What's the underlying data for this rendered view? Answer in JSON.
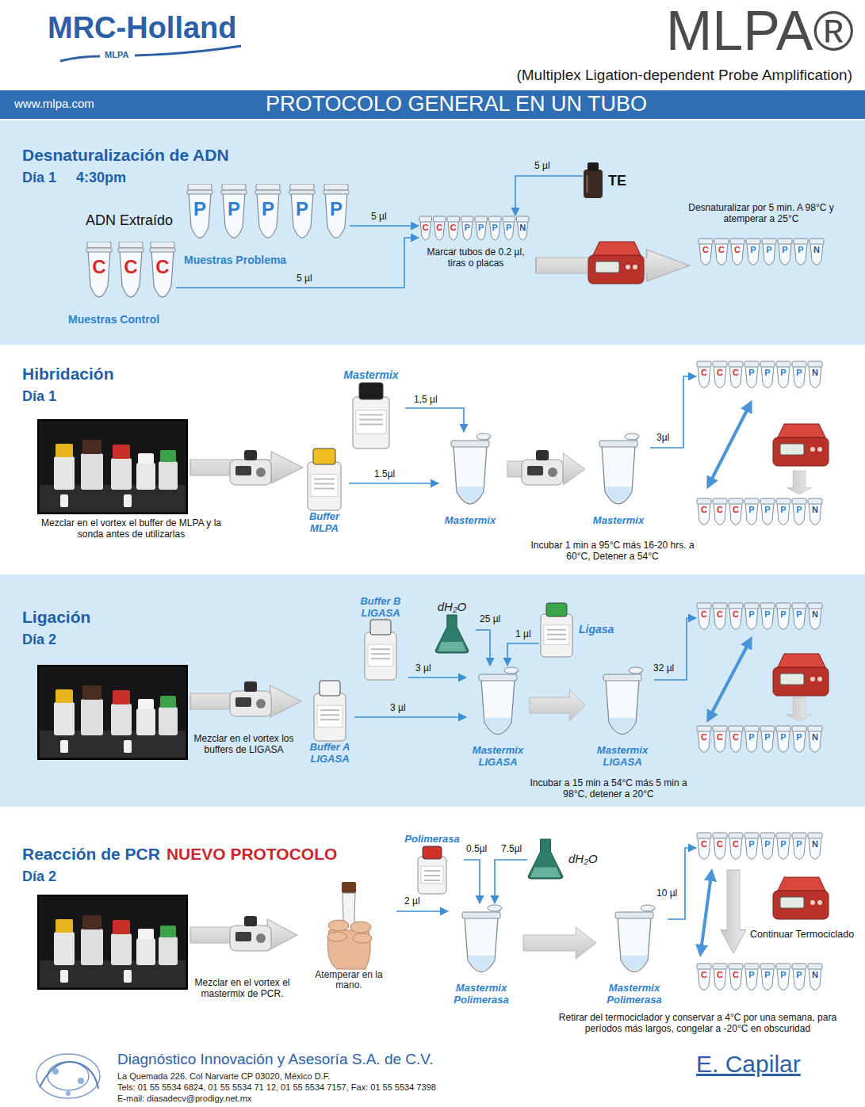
{
  "diagram": {
    "title": "PROTOCOLO GENERAL EN UN TUBO",
    "nodes": [
      {
        "text": [
          "Desnaturalización de ADN",
          "Día 1",
          "4:30pm"
        ]
      },
      {
        "text": [
          "C"
        ],
        "in": 0
      },
      {
        "text": [
          "C"
        ],
        "in": 0
      },
      {
        "text": [
          "C"
        ],
        "in": 0
      },
      {
        "text": [
          "P"
        ],
        "in": 0
      },
      {
        "text": [
          "P"
        ],
        "in": 0
      },
      {
        "text": [
          "P"
        ],
        "in": 0
      },
      {
        "text": [
          "P"
        ],
        "in": 0
      },
      {
        "text": [
          "P"
        ],
        "in": 0
      },
      {
        "text": [
          "C",
          "C",
          "C",
          "P",
          "P",
          "P",
          "P",
          "N"
        ],
        "in": 0
      },
      {
        "text": [
          "TE"
        ],
        "in": 0
      },
      {
        "text": [
          "C",
          "C",
          "C",
          "P",
          "P",
          "P",
          "P",
          "N"
        ],
        "in": 0
      },
      {
        "text": [
          "Mastermix"
        ]
      },
      {
        "text": [
          "Buffer MLPA"
        ]
      },
      {
        "text": [
          "Mastermix"
        ]
      },
      {
        "text": [
          "Mastermix"
        ]
      },
      {
        "text": [
          "C",
          "C",
          "C",
          "P",
          "P",
          "P",
          "P",
          "N"
        ]
      },
      {
        "text": [
          "C",
          "C",
          "C",
          "P",
          "P",
          "P",
          "P",
          "N"
        ]
      },
      {
        "text": [
          "Ligación",
          "Día 2"
        ]
      },
      {
        "text": [
          "Buffer B LIGASA"
        ],
        "in": 18
      },
      {
        "text": [
          "Buffer A LIGASA"
        ],
        "in": 18
      },
      {
        "text": [
          "dH₂O"
        ],
        "in": 18
      },
      {
        "text": [
          "Ligasa"
        ],
        "in": 18
      },
      {
        "text": [
          "Mastermix LIGASA"
        ],
        "in": 18
      },
      {
        "text": [
          "Mastermix LIGASA"
        ],
        "in": 18
      },
      {
        "text": [
          "C",
          "C",
          "C",
          "P",
          "P",
          "P",
          "P",
          "N"
        ],
        "in": 18
      },
      {
        "text": [
          "C",
          "C",
          "C",
          "P",
          "P",
          "P",
          "P",
          "N"
        ],
        "in": 18
      },
      {
        "text": [
          "Atemperar en la mano."
        ]
      },
      {
        "text": [
          "Polimerasa"
        ]
      },
      {
        "text": [
          "dH₂O"
        ]
      },
      {
        "text": [
          "Mastermix Polimerasa"
        ]
      },
      {
        "text": [
          "Mastermix Polimerasa"
        ]
      },
      {
        "text": [
          "C",
          "C",
          "C",
          "P",
          "P",
          "P",
          "P",
          "N"
        ]
      },
      {
        "text": [
          "C",
          "C",
          "C",
          "P",
          "P",
          "P",
          "P",
          "N"
        ]
      }
    ],
    "edges": [
      {
        "from": 3,
        "to": 9,
        "arrow": "to",
        "label": "5 µl"
      },
      {
        "from": 8,
        "to": 9,
        "arrow": "to",
        "label": "5 µl"
      },
      {
        "from": 10,
        "to": 9,
        "arrow": "to",
        "label": "5 µl"
      },
      {
        "from": 12,
        "to": 14,
        "arrow": "to",
        "label": "1,5 µl"
      },
      {
        "from": 13,
        "to": 14,
        "arrow": "to",
        "label": "1.5µl"
      },
      {
        "from": 15,
        "to": 16,
        "arrow": "to",
        "label": "3µl"
      },
      {
        "from": 19,
        "to": 23,
        "arrow": "to",
        "label": "3 µl"
      },
      {
        "from": 20,
        "to": 23,
        "arrow": "to",
        "label": "3 µl"
      },
      {
        "from": 21,
        "to": 23,
        "arrow": "to",
        "label": "25 µl"
      },
      {
        "from": 22,
        "to": 23,
        "arrow": "to",
        "label": "1 µl"
      },
      {
        "from": 24,
        "to": 25,
        "arrow": "to",
        "label": "32 µl"
      },
      {
        "from": 27,
        "to": 30,
        "arrow": "to",
        "label": "2 µl"
      },
      {
        "from": 28,
        "to": 30,
        "arrow": "to",
        "label": "0.5µl"
      },
      {
        "from": 29,
        "to": 30,
        "arrow": "to",
        "label": "7.5µl"
      },
      {
        "from": 31,
        "to": 32,
        "arrow": "to",
        "label": "10 µl"
      }
    ],
    "labels": [
      "MRC-Holland",
      "MLPA",
      "MLPA®",
      "(Multiplex Ligation-dependent Probe Amplification)",
      "www.mlpa.com",
      "ADN Extraído",
      "Muestras Problema",
      "Muestras Control",
      "Marcar tubos de 0.2 µl, tiras o placas",
      "Desnaturalizar por 5 min. A 98°C y atemperar a 25°C",
      "Hibridación",
      "Día 1",
      "Mezclar en el vortex el buffer de MLPA y la sonda antes de utilizarlas",
      "Incubar 1 min a 95°C más 16-20 hrs. a 60°C, Detener a 54°C",
      "Mezclar en el vortex los buffers de LIGASA",
      "Incubar a 15 min a 54°C más 5 min a 98°C, detener a 20°C",
      "Reacción de PCR",
      "NUEVO PROTOCOLO",
      "Día 2",
      "Mezclar en el vortex el mastermix de PCR.",
      "Continuar Termociclado",
      "Retirar del termociclador y conservar a 4°C por una semana, para períodos más largos, congelar a -20°C en obscuridad",
      "Diagnóstico Innovación y Asesoría S.A. de C.V.",
      "La Quemada 226. Col Narvarte CP 03020, México D.F.",
      "Tels: 01 55 5534 6824, 01 55 5534 71 12, 01 55 5534 7157, Fax: 01 55 5534 7398",
      "E-mail: diasadecv@prodigy.net.mx",
      "E. Capilar"
    ]
  }
}
